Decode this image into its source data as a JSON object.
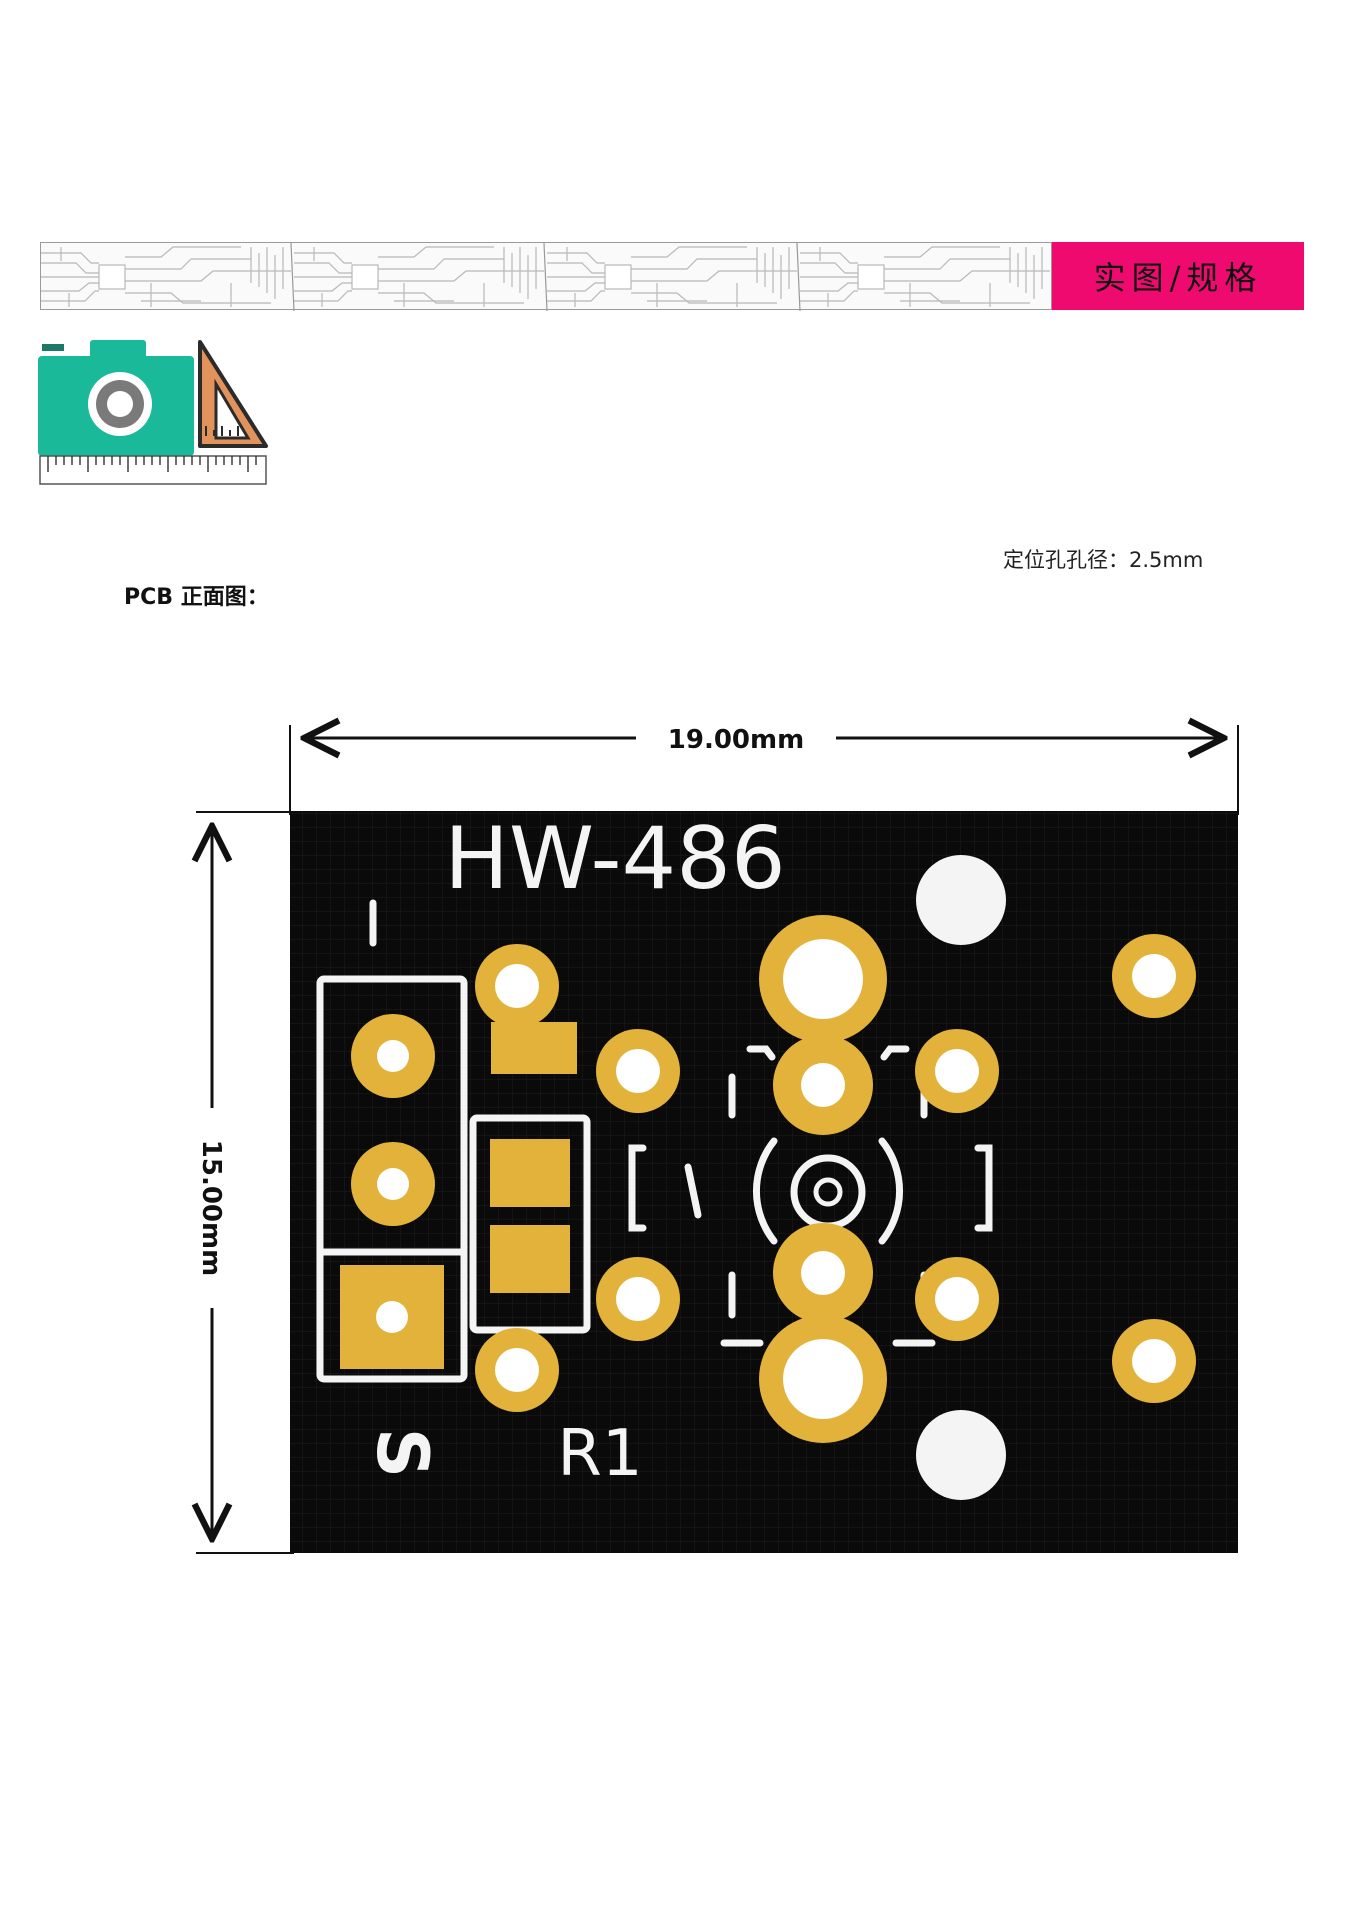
{
  "header": {
    "section_tag": "实图/规格"
  },
  "notes": {
    "mount_hole": "定位孔孔径：2.5mm"
  },
  "labels": {
    "pcb_front": "PCB 正面图："
  },
  "dimensions": {
    "width_label": "19.00mm",
    "height_label": "15.00mm"
  },
  "pcb": {
    "model": "HW-486",
    "pin_minus": "-",
    "pin_signal": "S",
    "resistor": "R1",
    "board_color": "#0b0b0b",
    "pad_color": "#e2b23a",
    "silk_color": "#f4f4f4"
  },
  "icons": {
    "banner": "circuit-pattern",
    "logo": "camera-ruler-icon"
  }
}
